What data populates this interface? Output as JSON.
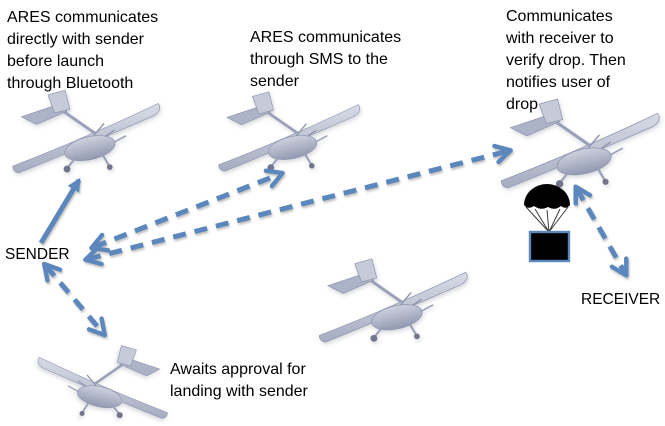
{
  "notes": {
    "bluetooth": {
      "lines": [
        "ARES communicates",
        "directly with sender",
        "before launch",
        "through Bluetooth"
      ]
    },
    "sms": {
      "lines": [
        "ARES communicates",
        "through SMS to the",
        "sender"
      ]
    },
    "drop": {
      "lines": [
        "Communicates",
        "with receiver to",
        "verify drop. Then",
        "notifies user of",
        "drop"
      ]
    },
    "landing": {
      "lines": [
        "Awaits approval for",
        "landing with sender"
      ]
    }
  },
  "actors": {
    "sender": "SENDER",
    "receiver": "RECEIVER"
  },
  "colors": {
    "arrow_blue": "#5b87bd",
    "drone_body": "#c6cad9",
    "drone_shade": "#9aa0b8",
    "parachute_black": "#000000",
    "package_border": "#5b87bd",
    "text": "#000000",
    "background": "#ffffff"
  },
  "icons": {
    "uav": "uav-drone-icon",
    "parachute": "parachute-package-icon"
  },
  "connections": [
    {
      "from": "SENDER",
      "to": "uav-bluetooth",
      "style": "solid",
      "direction": "one-way"
    },
    {
      "from": "SENDER",
      "to": "uav-sms",
      "style": "dashed",
      "direction": "two-way"
    },
    {
      "from": "SENDER",
      "to": "uav-drop",
      "style": "dashed",
      "direction": "two-way"
    },
    {
      "from": "SENDER",
      "to": "uav-landing",
      "style": "dashed",
      "direction": "two-way"
    },
    {
      "from": "uav-drop",
      "to": "RECEIVER",
      "style": "dashed",
      "direction": "two-way"
    }
  ]
}
